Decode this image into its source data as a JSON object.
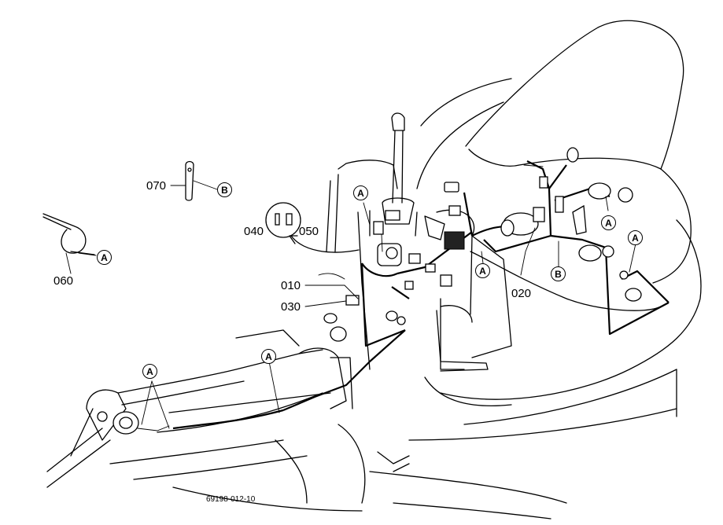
{
  "parts": {
    "p010": "010",
    "p020": "020",
    "p030": "030",
    "p040": "040",
    "p050": "050",
    "p060": "060",
    "p070": "070"
  },
  "refs": {
    "a": "A",
    "b": "B"
  },
  "figure_number": "69198-012-10"
}
